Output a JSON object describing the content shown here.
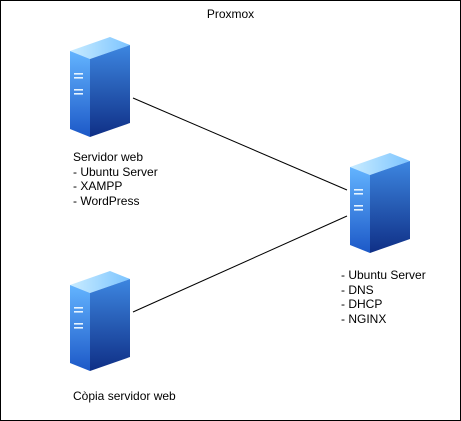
{
  "container": {
    "title": "Proxmox"
  },
  "servers": {
    "web": {
      "name": "Servidor web",
      "items": [
        "- Ubuntu Server",
        "- XAMPP",
        "- WordPress"
      ]
    },
    "copy": {
      "name": "Còpia servidor web"
    },
    "core": {
      "items": [
        "- Ubuntu Server",
        "- DNS",
        "- DHCP",
        "- NGINX"
      ]
    }
  },
  "colors": {
    "server_front": "#2f7bd6",
    "server_top": "#8fd1ff",
    "server_side": "#1a4aa8",
    "edge": "#000000",
    "border": "#000000"
  }
}
